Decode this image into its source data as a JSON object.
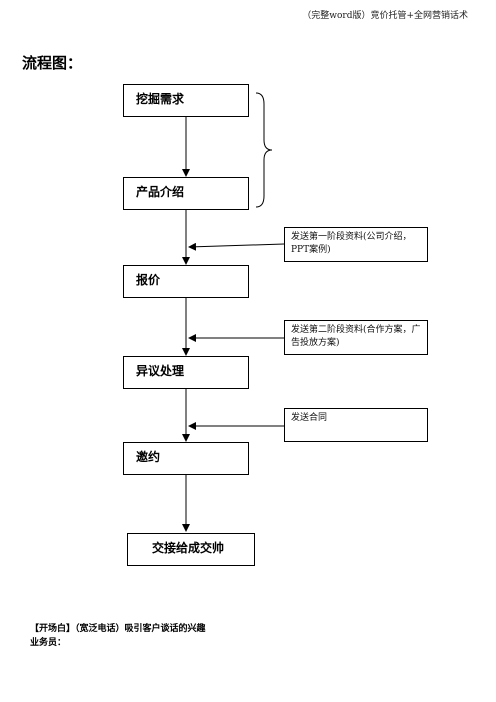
{
  "header": {
    "text": "（完整word版）竞价托管+全网营销话术"
  },
  "title": "流程图：",
  "flow_steps": [
    {
      "label": "挖掘需求"
    },
    {
      "label": "产品介绍"
    },
    {
      "label": "报价"
    },
    {
      "label": "异议处理"
    },
    {
      "label": "邀约"
    },
    {
      "label": "交接给成交帅"
    }
  ],
  "notes": [
    {
      "text": "发送第一阶段资料(公司介绍，PPT案例)"
    },
    {
      "text": "发送第二阶段资料(合作方案，广告投放方案)"
    },
    {
      "text": "发送合同"
    }
  ],
  "footer": {
    "line1": "【开场白】（宽泛电话）吸引客户谈话的兴趣",
    "line2": "业务员："
  }
}
